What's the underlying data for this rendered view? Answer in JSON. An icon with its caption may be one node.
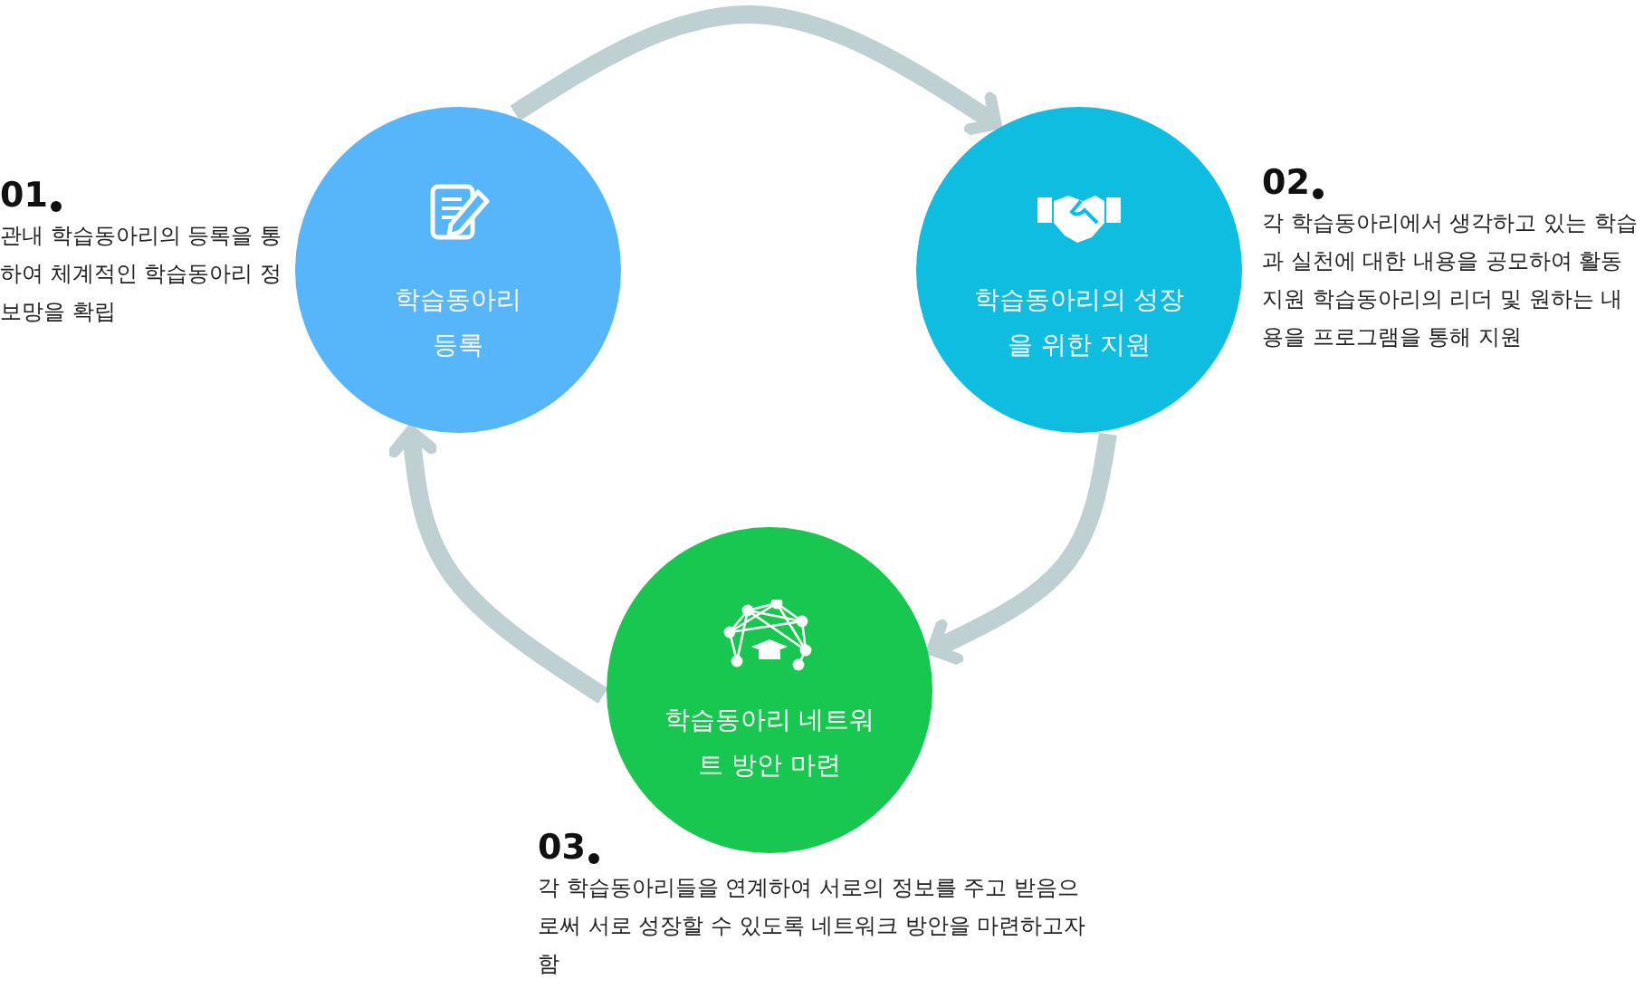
{
  "diagram": {
    "nodes": [
      {
        "text": [
          "학습동아리 등록"
        ],
        "beside": [
          "01",
          "관내 학습동아리의 등록을 통하여 체계적인 학습동아리 정보망을 확립"
        ]
      },
      {
        "text": [
          "학습동아리의 성장을 위한 지원"
        ],
        "beside": [
          "02",
          "각 학습동아리에서 생각하고 있는 학습과 실천에 대한 내용을 공모하여 활동지원 학습동아리의 리더 및 원하는 내용을 프로그램을 통해 지원"
        ]
      },
      {
        "text": [
          "학습동아리 네트워트 방안 마련"
        ],
        "beside": [
          "03",
          "각 학습동아리들을 연계하여 서로의 정보를 주고 받음으로써 서로 성장할 수 있도록 네트워크 방안을 마련하고자 함"
        ]
      }
    ],
    "edges": [
      {
        "from": 0,
        "to": 1,
        "arrow": "to"
      },
      {
        "from": 1,
        "to": 2,
        "arrow": "to"
      },
      {
        "from": 2,
        "to": 0,
        "arrow": "to"
      }
    ]
  }
}
